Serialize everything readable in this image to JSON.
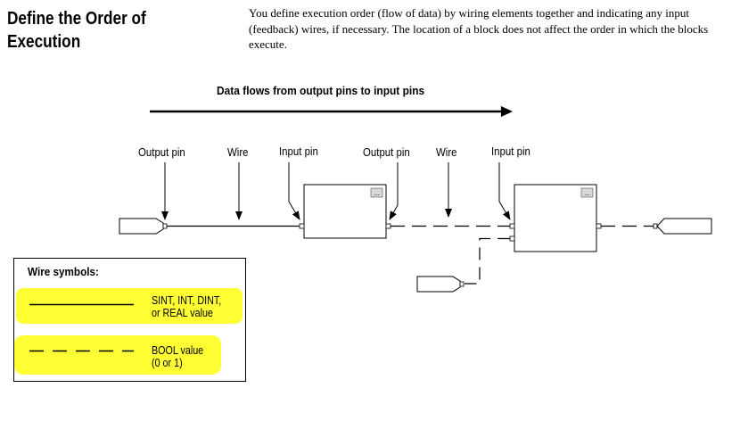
{
  "header": {
    "title_line1": "Define the Order of",
    "title_line2": "Execution",
    "intro": "You define execution order (flow of data) by wiring elements together and indicating any input (feedback) wires, if necessary. The location of a block does not affect the order in which the blocks execute."
  },
  "diagram": {
    "flow_label": "Data flows from output pins to input pins",
    "labels": {
      "output_pin_1": "Output pin",
      "wire_1": "Wire",
      "input_pin_1": "Input pin",
      "output_pin_2": "Output pin",
      "wire_2": "Wire",
      "input_pin_2": "Input pin"
    },
    "block_button": "..."
  },
  "legend": {
    "title": "Wire symbols:",
    "solid_line1": "SINT, INT, DINT,",
    "solid_line2": "or REAL value",
    "dashed_line1": "BOOL value",
    "dashed_line2": "(0 or 1)",
    "highlight_color": "#ffff33"
  }
}
